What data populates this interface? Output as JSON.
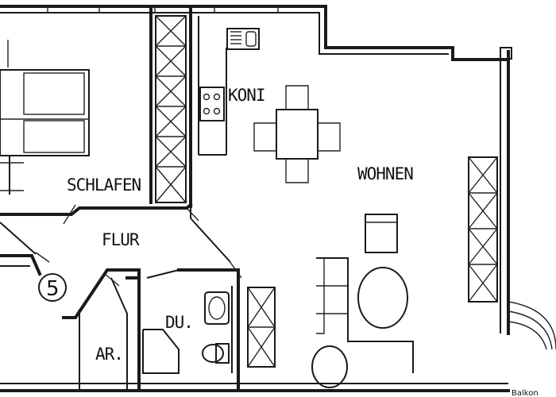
{
  "rooms": {
    "schlafen": "SCHLAFEN",
    "koni": "KONI",
    "wohnen": "WOHNEN",
    "flur": "FLUR",
    "du": "DU.",
    "ar": "AR."
  },
  "apartment_number": "5",
  "balcony_label": "Balkon",
  "colors": {
    "ink": "#1a1a1a",
    "paper": "#ffffff"
  }
}
